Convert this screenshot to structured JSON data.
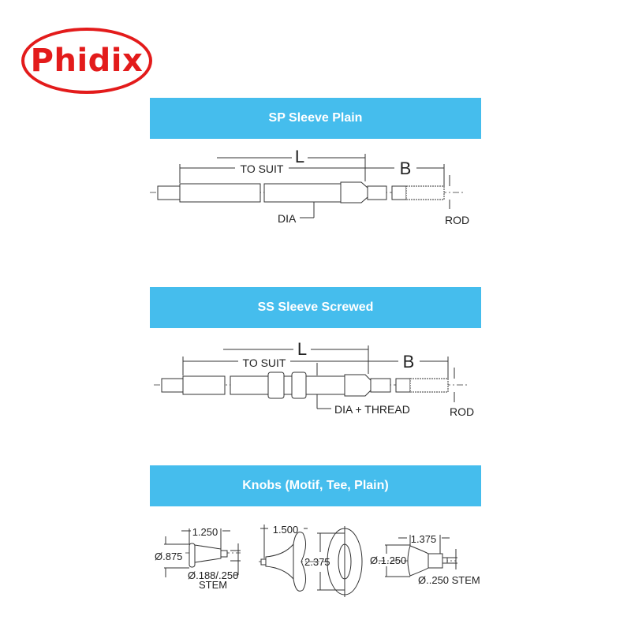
{
  "logo": {
    "text": "Phidix",
    "color": "#e31b1b"
  },
  "accent": "#45bded",
  "sections": [
    {
      "title": "SP Sleeve Plain",
      "labels": {
        "length": "L",
        "to_suit": "TO SUIT",
        "b": "B",
        "dia": "DIA",
        "rod": "ROD"
      }
    },
    {
      "title": "SS Sleeve Screwed",
      "labels": {
        "length": "L",
        "to_suit": "TO SUIT",
        "b": "B",
        "dia": "DIA + THREAD",
        "rod": "ROD"
      }
    },
    {
      "title": "Knobs (Motif, Tee, Plain)",
      "knobs": [
        {
          "length": "1.250",
          "diameter": "Ø.875",
          "stem": "Ø.188/.250",
          "stem_label": "STEM"
        },
        {
          "length": "1.500",
          "height": "2.375"
        },
        {
          "length": "1.375",
          "diameter": "Ø.1.250",
          "stem": "Ø..250 STEM"
        }
      ]
    }
  ]
}
